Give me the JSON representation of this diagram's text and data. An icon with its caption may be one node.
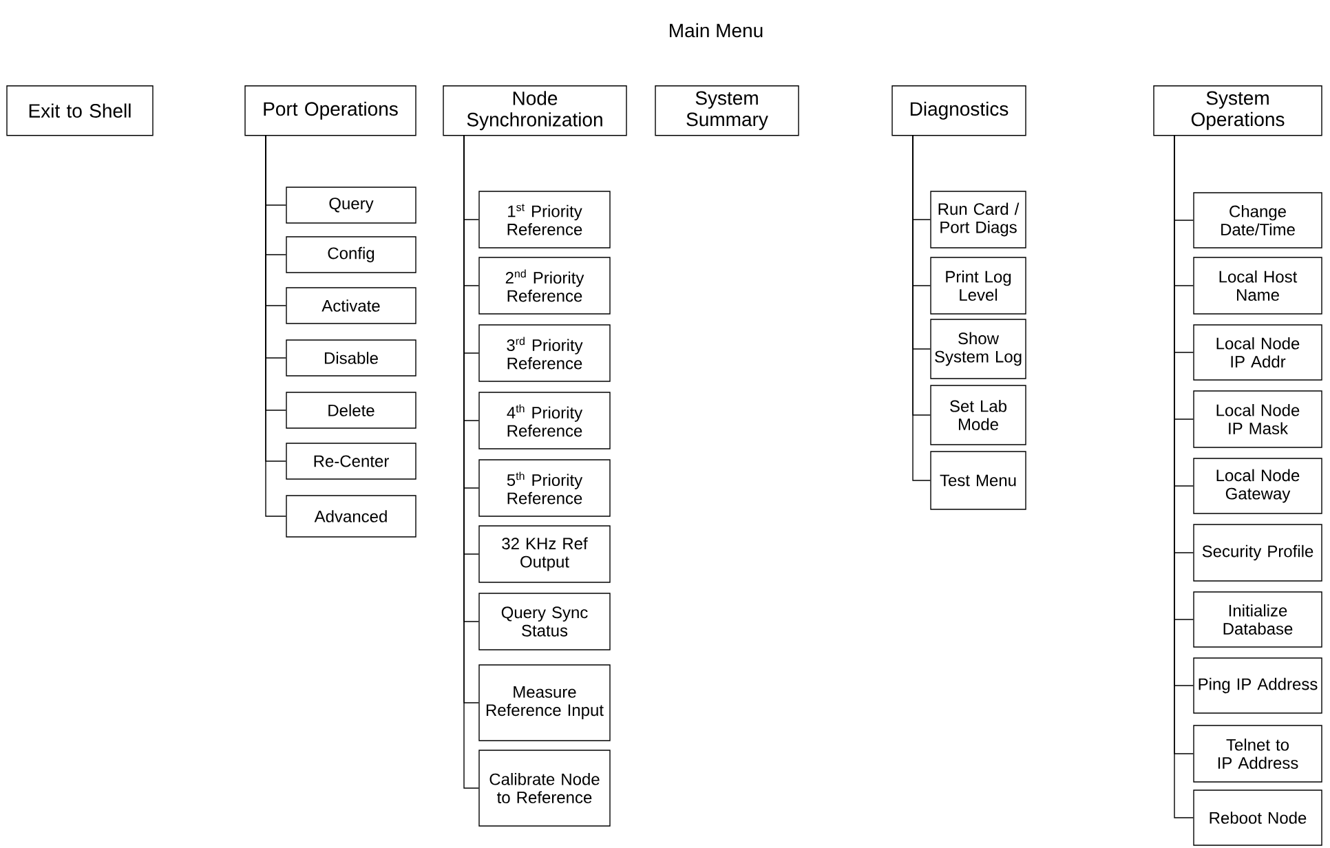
{
  "diagram": {
    "title": "Main Menu",
    "nodes": [
      {
        "text": [
          "Exit to Shell"
        ]
      },
      {
        "text": [
          "Port Operations"
        ]
      },
      {
        "text": [
          "Node Synchronization"
        ]
      },
      {
        "text": [
          "System Summary"
        ]
      },
      {
        "text": [
          "Diagnostics"
        ]
      },
      {
        "text": [
          "System Operations"
        ]
      },
      {
        "text": [
          "Query"
        ]
      },
      {
        "text": [
          "Config"
        ]
      },
      {
        "text": [
          "Activate"
        ]
      },
      {
        "text": [
          "Disable"
        ]
      },
      {
        "text": [
          "Delete"
        ]
      },
      {
        "text": [
          "Re-Center"
        ]
      },
      {
        "text": [
          "Advanced"
        ]
      },
      {
        "text": [
          "1$^{st}$ Priority Reference"
        ]
      },
      {
        "text": [
          "2$^{nd}$ Priority Reference"
        ]
      },
      {
        "text": [
          "3$^{rd}$ Priority Reference"
        ]
      },
      {
        "text": [
          "4$^{th}$ Priority Reference"
        ]
      },
      {
        "text": [
          "5$^{th}$ Priority Reference"
        ]
      },
      {
        "text": [
          "32 KHz Ref Output"
        ]
      },
      {
        "text": [
          "Query Sync Status"
        ]
      },
      {
        "text": [
          "Measure Reference Input"
        ]
      },
      {
        "text": [
          "Calibrate Node to Reference"
        ]
      },
      {
        "text": [
          "Run Card / Port Diags"
        ]
      },
      {
        "text": [
          "Print Log Level"
        ]
      },
      {
        "text": [
          "Show System Log"
        ]
      },
      {
        "text": [
          "Set Lab Mode"
        ]
      },
      {
        "text": [
          "Test Menu"
        ]
      },
      {
        "text": [
          "Change Date/Time"
        ]
      },
      {
        "text": [
          "Local Host Name"
        ]
      },
      {
        "text": [
          "Local Node IP Addr"
        ]
      },
      {
        "text": [
          "Local Node IP Mask"
        ]
      },
      {
        "text": [
          "Local Node Gateway"
        ]
      },
      {
        "text": [
          "Security Profile"
        ]
      },
      {
        "text": [
          "Initialize Database"
        ]
      },
      {
        "text": [
          "Ping IP Address"
        ]
      },
      {
        "text": [
          "Telnet to IP Address"
        ]
      },
      {
        "text": [
          "Reboot Node"
        ]
      }
    ],
    "edges": [
      {
        "from": 1,
        "to": 6,
        "arrow": "none"
      },
      {
        "from": 1,
        "to": 7,
        "arrow": "none"
      },
      {
        "from": 1,
        "to": 8,
        "arrow": "none"
      },
      {
        "from": 1,
        "to": 9,
        "arrow": "none"
      },
      {
        "from": 1,
        "to": 10,
        "arrow": "none"
      },
      {
        "from": 1,
        "to": 11,
        "arrow": "none"
      },
      {
        "from": 1,
        "to": 12,
        "arrow": "none"
      },
      {
        "from": 2,
        "to": 13,
        "arrow": "none"
      },
      {
        "from": 2,
        "to": 14,
        "arrow": "none"
      },
      {
        "from": 2,
        "to": 15,
        "arrow": "none"
      },
      {
        "from": 2,
        "to": 16,
        "arrow": "none"
      },
      {
        "from": 2,
        "to": 17,
        "arrow": "none"
      },
      {
        "from": 2,
        "to": 18,
        "arrow": "none"
      },
      {
        "from": 2,
        "to": 19,
        "arrow": "none"
      },
      {
        "from": 2,
        "to": 20,
        "arrow": "none"
      },
      {
        "from": 2,
        "to": 21,
        "arrow": "none"
      },
      {
        "from": 4,
        "to": 22,
        "arrow": "none"
      },
      {
        "from": 4,
        "to": 23,
        "arrow": "none"
      },
      {
        "from": 4,
        "to": 24,
        "arrow": "none"
      },
      {
        "from": 4,
        "to": 25,
        "arrow": "none"
      },
      {
        "from": 4,
        "to": 26,
        "arrow": "none"
      },
      {
        "from": 5,
        "to": 27,
        "arrow": "none"
      },
      {
        "from": 5,
        "to": 28,
        "arrow": "none"
      },
      {
        "from": 5,
        "to": 29,
        "arrow": "none"
      },
      {
        "from": 5,
        "to": 30,
        "arrow": "none"
      },
      {
        "from": 5,
        "to": 31,
        "arrow": "none"
      },
      {
        "from": 5,
        "to": 32,
        "arrow": "none"
      },
      {
        "from": 5,
        "to": 33,
        "arrow": "none"
      },
      {
        "from": 5,
        "to": 34,
        "arrow": "none"
      },
      {
        "from": 5,
        "to": 35,
        "arrow": "none"
      },
      {
        "from": 5,
        "to": 36,
        "arrow": "none"
      }
    ]
  }
}
